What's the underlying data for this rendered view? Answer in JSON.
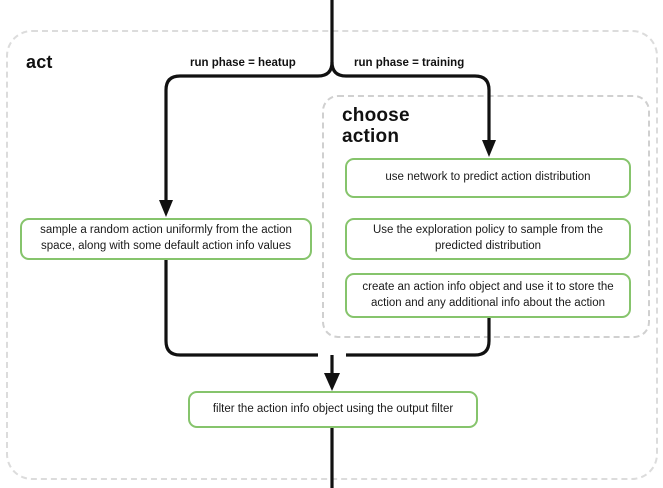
{
  "diagram": {
    "type": "flowchart",
    "outer_group": {
      "title": "act",
      "border_style": "dashed",
      "border_color": "#dcdcdc"
    },
    "inner_group": {
      "title": "choose action",
      "border_style": "dashed",
      "border_color": "#d0d0d0"
    },
    "edge_labels": {
      "heatup": "run phase = heatup",
      "training": "run phase = training"
    },
    "node_color": "#86c46c",
    "nodes": {
      "sample_random_action": "sample a random action uniformly from the action space, along with some default action info values",
      "use_network": "use network to predict action distribution",
      "exploration_policy": "Use the exploration policy to sample from the predicted distribution",
      "create_action_info": "create an action info object and use it to store the action and any additional info about the action",
      "filter_action_info": "filter the action info object using the output filter"
    }
  }
}
